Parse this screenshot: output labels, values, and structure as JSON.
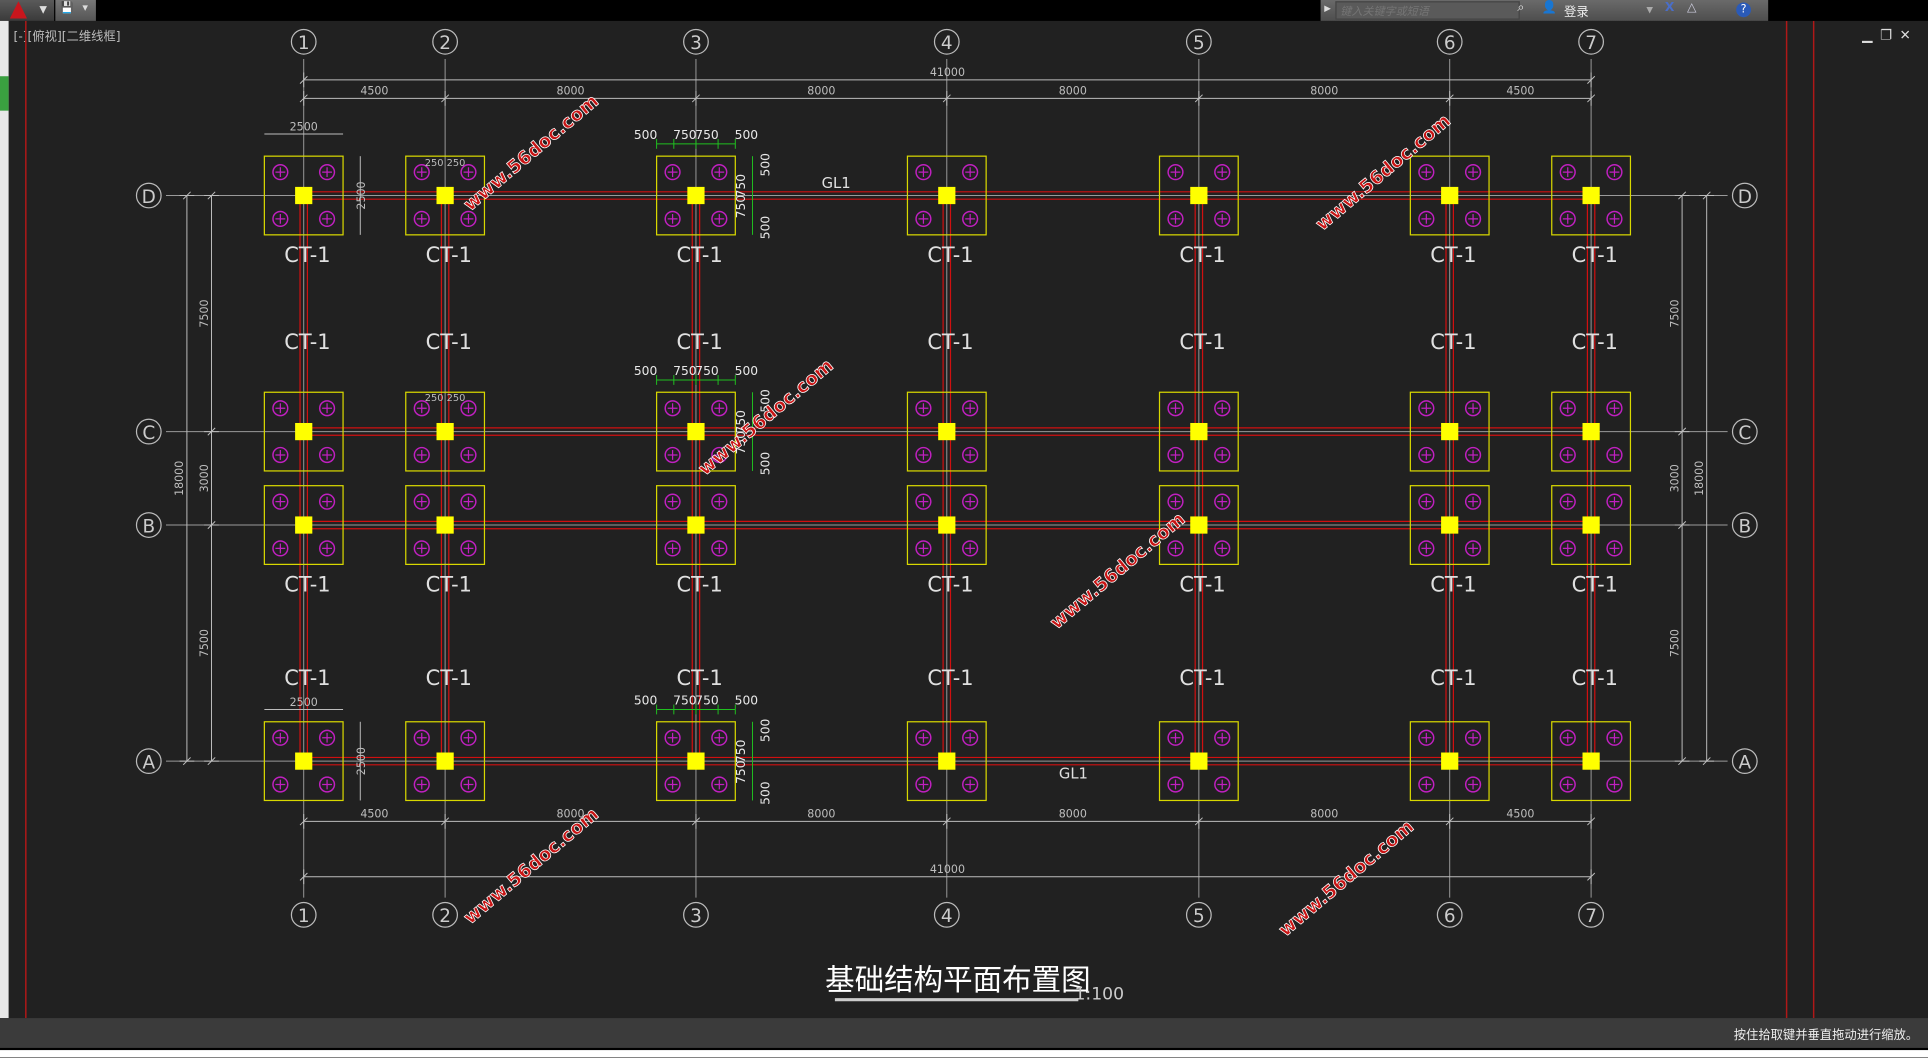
{
  "app": {
    "search_placeholder": "键入关键字或短语",
    "login_label": "登录",
    "viewport_label": "[-][俯视][二维线框]",
    "status_text": "按住拾取键并垂直拖动进行缩放。"
  },
  "drawing": {
    "title": "基础结构平面布置图",
    "scale": "1:100",
    "column_axes": [
      "1",
      "2",
      "3",
      "4",
      "5",
      "6",
      "7"
    ],
    "row_axes": [
      "D",
      "C",
      "B",
      "A"
    ],
    "x_spacings": [
      "4500",
      "8000",
      "8000",
      "8000",
      "8000",
      "4500"
    ],
    "x_total": "41000",
    "y_spacings": [
      "7500",
      "3000",
      "7500"
    ],
    "y_total": "18000",
    "cap_label": "CT-1",
    "beam_label": "GL1",
    "cap_dim": "2500",
    "cap_detail_dims": [
      "500",
      "750",
      "750",
      "500"
    ],
    "small_dims": "250 250",
    "watermark": "www.56doc.com"
  },
  "colors": {
    "background": "#212121",
    "cap": "#d8d800",
    "column": "#ffff00",
    "pile": "#c020c0",
    "beam": "#d01010",
    "dim": "#bdbdbd",
    "detail_dim": "#20c020",
    "watermark": "#c81414"
  }
}
